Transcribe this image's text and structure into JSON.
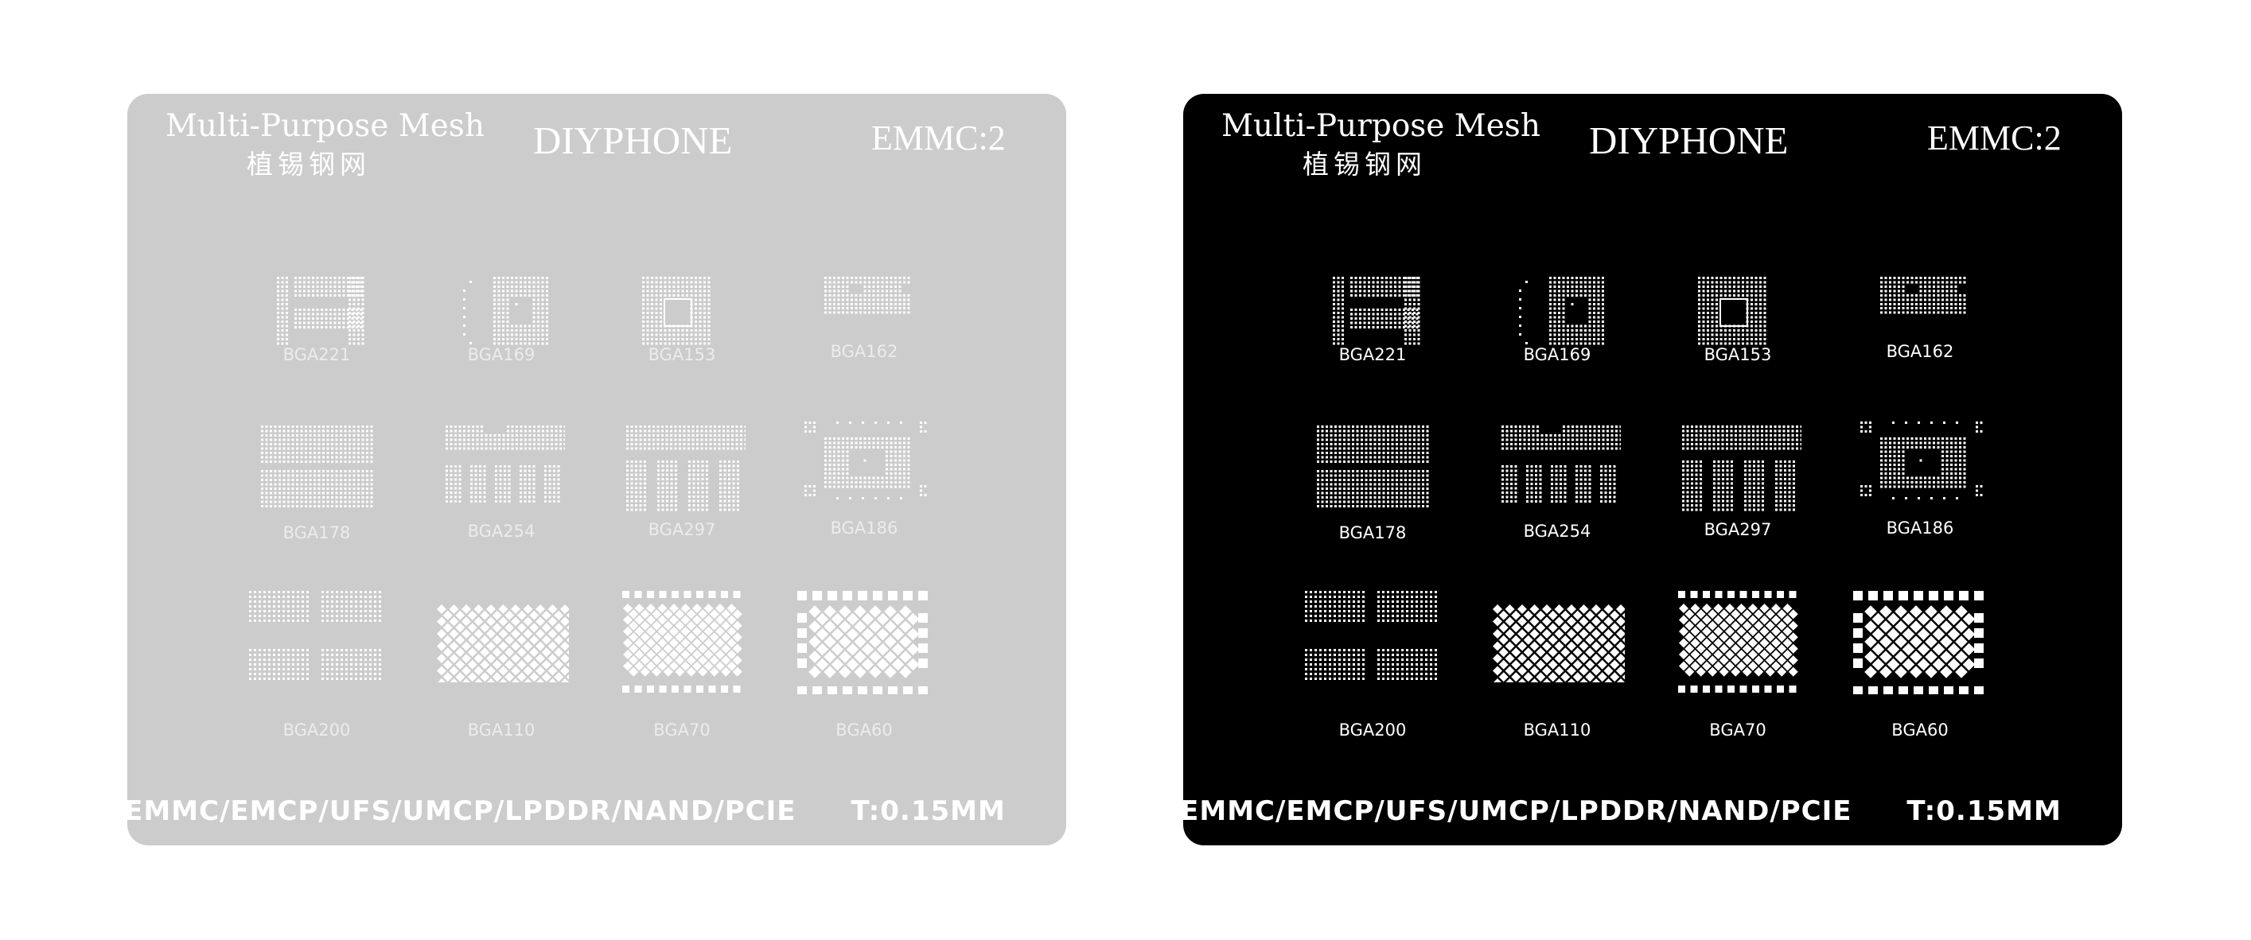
{
  "stencils": [
    {
      "id": "light",
      "brand_en": "Multi-Purpose Mesh",
      "brand_cn": "植锡钢网",
      "brand_name": "DIYPHONE",
      "model": "EMMC:2",
      "footer_types": "EMMC/EMCP/UFS/UMCP/LPDDR/NAND/PCIE",
      "footer_thickness": "T:0.15MM",
      "colors": {
        "plate": "#cbcccb",
        "holes": "#ffffff"
      }
    },
    {
      "id": "dark",
      "brand_en": "Multi-Purpose Mesh",
      "brand_cn": "植锡钢网",
      "brand_name": "DIYPHONE",
      "model": "EMMC:2",
      "footer_types": "EMMC/EMCP/UFS/UMCP/LPDDR/NAND/PCIE",
      "footer_thickness": "T:0.15MM",
      "colors": {
        "plate": "#000000",
        "holes": "#ffffff"
      }
    }
  ],
  "patterns": [
    {
      "label": "BGA221",
      "shape": "ufs-rect"
    },
    {
      "label": "BGA169",
      "shape": "ring-square"
    },
    {
      "label": "BGA153",
      "shape": "square-center"
    },
    {
      "label": "BGA162",
      "shape": "bars-wide"
    },
    {
      "label": "BGA178",
      "shape": "double-block"
    },
    {
      "label": "BGA254",
      "shape": "comb"
    },
    {
      "label": "BGA297",
      "shape": "comb-tall"
    },
    {
      "label": "BGA186",
      "shape": "frame-corners"
    },
    {
      "label": "BGA200",
      "shape": "four-blocks"
    },
    {
      "label": "BGA110",
      "shape": "diamond-grid"
    },
    {
      "label": "BGA70",
      "shape": "diamond-grid-border"
    },
    {
      "label": "BGA60",
      "shape": "diamond-grid-border-large"
    }
  ]
}
